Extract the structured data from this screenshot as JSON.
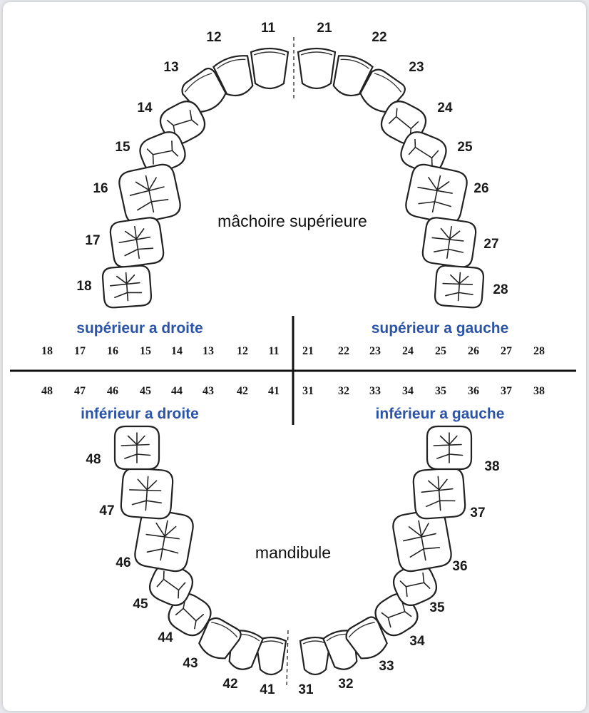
{
  "labels": {
    "upper_jaw": "mâchoire supérieure",
    "lower_jaw": "mandibule",
    "upper_right": "supérieur a droite",
    "upper_left": "supérieur a gauche",
    "lower_right": "inférieur a droite",
    "lower_left": "inférieur a gauche"
  },
  "rows": {
    "upper_right": [
      "18",
      "17",
      "16",
      "15",
      "14",
      "13",
      "12",
      "11"
    ],
    "upper_left": [
      "21",
      "22",
      "23",
      "24",
      "25",
      "26",
      "27",
      "28"
    ],
    "lower_right": [
      "48",
      "47",
      "46",
      "45",
      "44",
      "43",
      "42",
      "41"
    ],
    "lower_left": [
      "31",
      "32",
      "33",
      "34",
      "35",
      "36",
      "37",
      "38"
    ]
  },
  "upper_arch": {
    "right": [
      "11",
      "12",
      "13",
      "14",
      "15",
      "16",
      "17",
      "18"
    ],
    "left": [
      "21",
      "22",
      "23",
      "24",
      "25",
      "26",
      "27",
      "28"
    ]
  },
  "lower_arch": {
    "right": [
      "41",
      "42",
      "43",
      "44",
      "45",
      "46",
      "47",
      "48"
    ],
    "left": [
      "31",
      "32",
      "33",
      "34",
      "35",
      "36",
      "37",
      "38"
    ]
  },
  "colors": {
    "quadrant_label": "#2b54a6",
    "line": "#111111",
    "frame": "#ffffff"
  }
}
